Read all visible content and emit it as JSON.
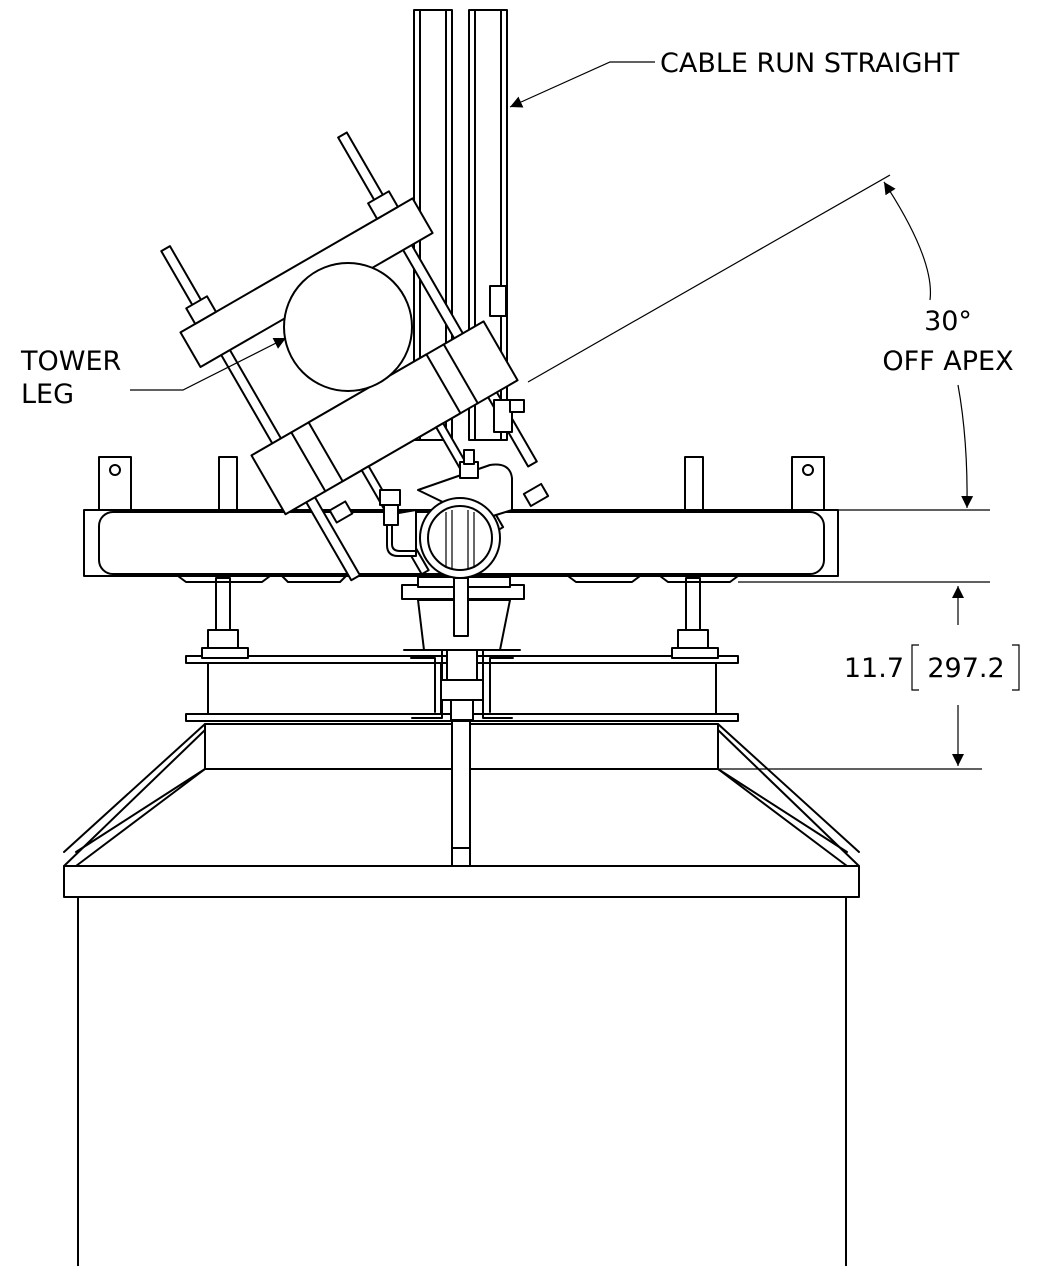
{
  "labels": {
    "cable_run": "CABLE RUN STRAIGHT",
    "tower_leg_line1": "TOWER",
    "tower_leg_line2": "LEG",
    "angle_line1": "30°",
    "angle_line2": "OFF APEX",
    "dim_value": "11.7",
    "dim_metric": "297.2"
  },
  "colors": {
    "ink": "#000000",
    "paper": "#ffffff"
  }
}
